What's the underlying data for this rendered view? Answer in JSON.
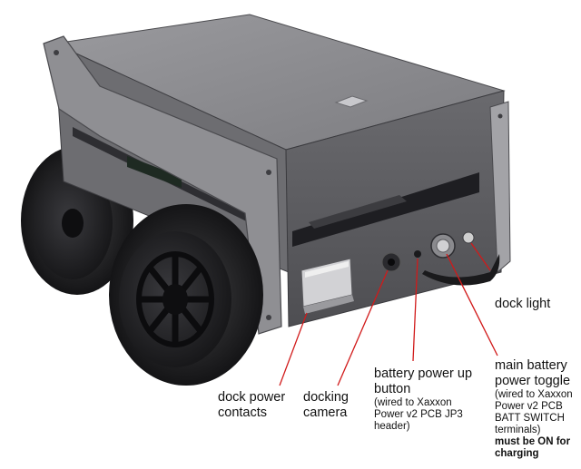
{
  "labels": {
    "dock_light": "dock light",
    "dock_power_contacts": [
      "dock power",
      "contacts"
    ],
    "docking_camera": [
      "docking",
      "camera"
    ],
    "battery_power_up": {
      "title": [
        "battery power up",
        "button"
      ],
      "note": [
        "(wired to Xaxxon",
        "Power v2 PCB JP3",
        "header)"
      ]
    },
    "main_battery": {
      "title": [
        "main battery",
        "power toggle"
      ],
      "note": [
        "(wired to Xaxxon",
        "Power v2 PCB",
        "BATT SWITCH",
        "terminals)"
      ],
      "warning": [
        "must be ON for",
        "charging"
      ]
    }
  },
  "colors": {
    "leader_line": "#d11a1a",
    "text": "#111111",
    "body_dark": "#5a5a5e",
    "body_mid": "#8a8a8e",
    "body_light": "#b9b9bc",
    "tire": "#1c1c1e"
  }
}
